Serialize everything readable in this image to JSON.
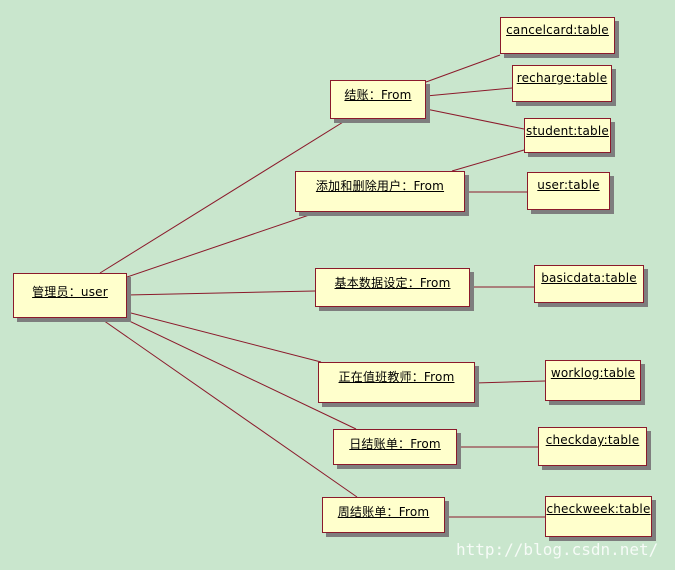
{
  "diagram": {
    "line_color": "#8b1a2b",
    "box_fill": "#ffffcc",
    "background": "#c9e6cd",
    "nodes": {
      "admin": "管理员：user",
      "checkout_form": "结账：From",
      "add_delete_user_form": "添加和删除用户：From",
      "basic_data_form": "基本数据设定：From",
      "on_duty_teacher_form": "正在值班教师：From",
      "daily_checkout_form": "日结账单：From",
      "weekly_checkout_form": "周结账单：From",
      "cancelcard_table": "cancelcard:table",
      "recharge_table": "recharge:table",
      "student_table": "student:table",
      "user_table": "user:table",
      "basicdata_table": "basicdata:table",
      "worklog_table": "worklog:table",
      "checkday_table": "checkday:table",
      "checkweek_table": "checkweek:table"
    }
  },
  "watermark": "http://blog.csdn.net/"
}
